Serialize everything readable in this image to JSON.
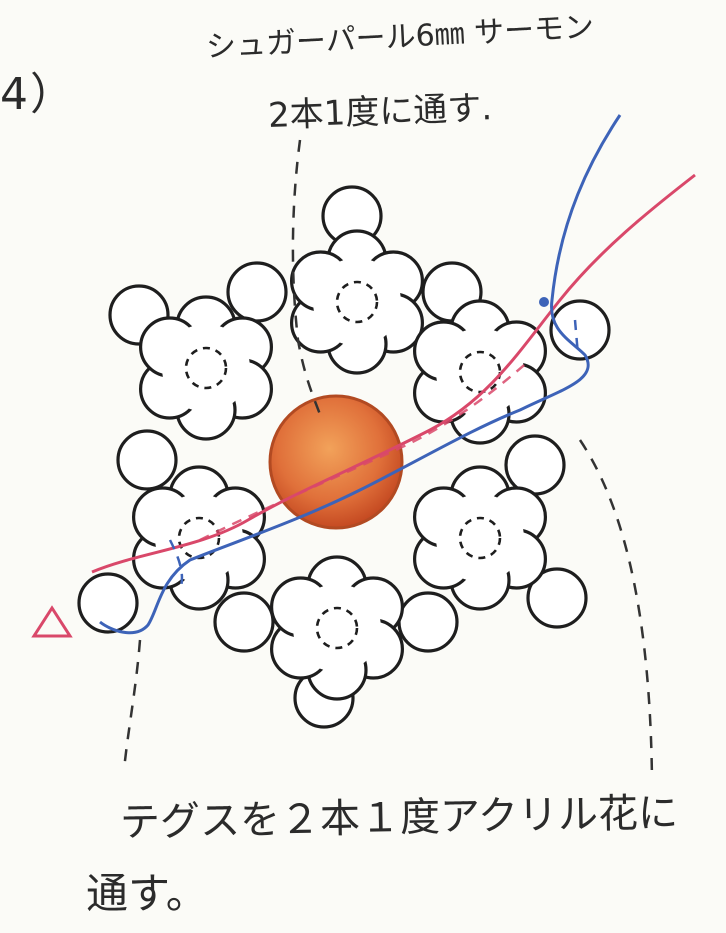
{
  "step": {
    "label": "4）"
  },
  "notes": {
    "top_line1": "シュガーパール6㎜ サーモン",
    "top_line2": "2本1度に通す.",
    "bottom_line1": "テグスを２本１度アクリル花に",
    "bottom_line2": "通す。"
  },
  "colors": {
    "outline": "#1e1e1e",
    "pink_wire": "#d9486a",
    "blue_wire": "#3d63b8",
    "center_bead": "#e0703a",
    "start_marker": "#d9486a"
  },
  "icons": {
    "start_marker": "triangle"
  }
}
